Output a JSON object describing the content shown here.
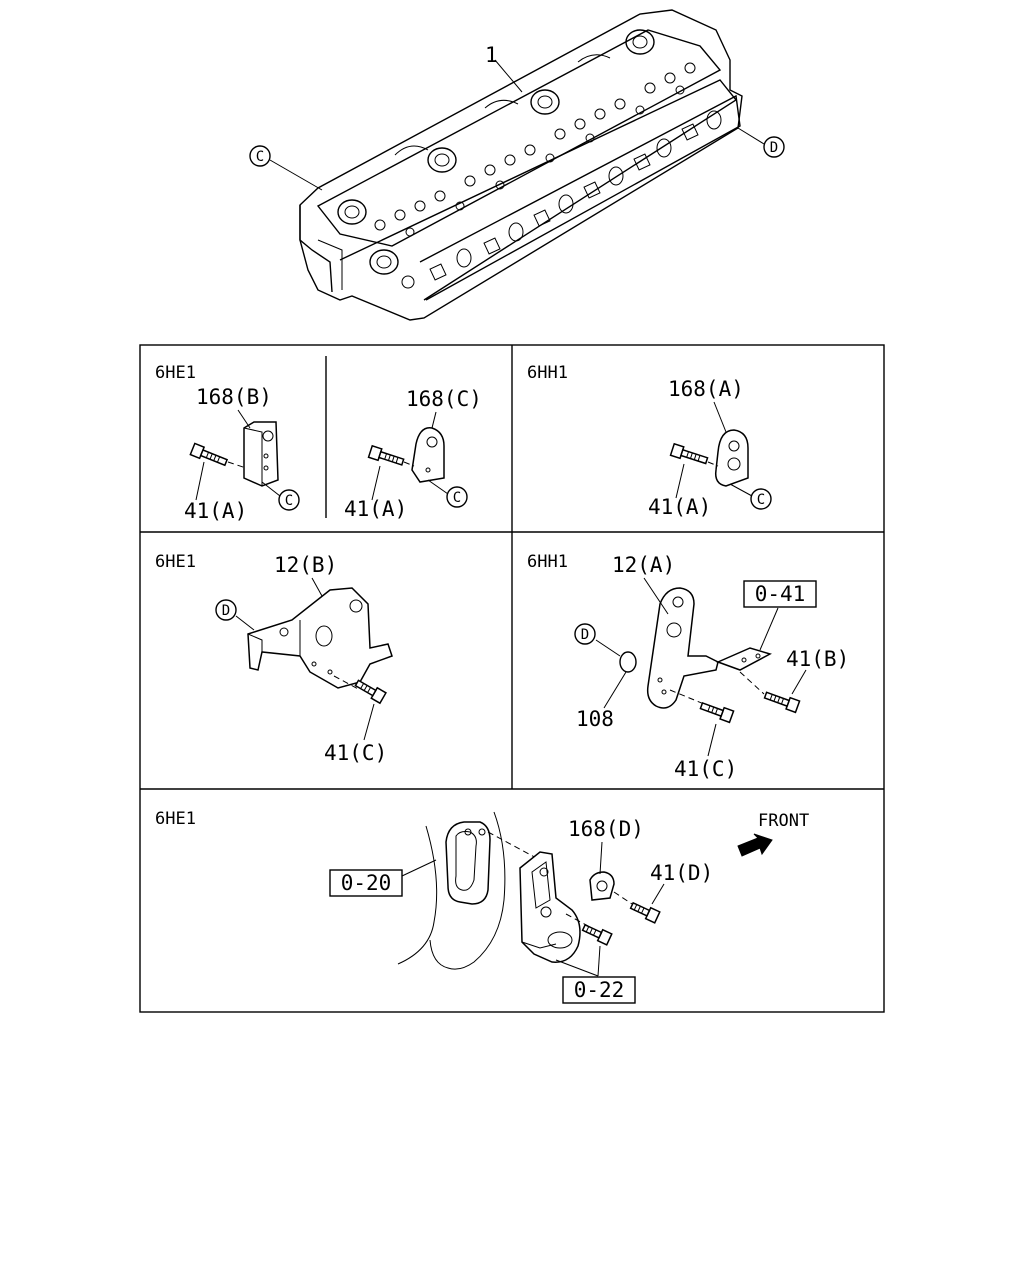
{
  "top": {
    "part_label": "1",
    "callout_c": "C",
    "callout_d": "D"
  },
  "panels": {
    "p1": {
      "engine": "6HE1",
      "left": {
        "bracket": "168(B)",
        "bolt": "41(A)",
        "callout": "C"
      },
      "right": {
        "bracket": "168(C)",
        "bolt": "41(A)",
        "callout": "C"
      }
    },
    "p2": {
      "engine": "6HH1",
      "bracket": "168(A)",
      "bolt": "41(A)",
      "callout": "C"
    },
    "p3": {
      "engine": "6HE1",
      "bracket": "12(B)",
      "bolt": "41(C)",
      "callout": "D"
    },
    "p4": {
      "engine": "6HH1",
      "bracket": "12(A)",
      "ref": "0-41",
      "bolt_b": "41(B)",
      "callout": "D",
      "oring": "108",
      "bolt_c": "41(C)"
    },
    "p5": {
      "engine": "6HE1",
      "bracket": "168(D)",
      "bolt": "41(D)",
      "ref_left": "0-20",
      "ref_bottom": "0-22",
      "front_label": "FRONT"
    }
  }
}
